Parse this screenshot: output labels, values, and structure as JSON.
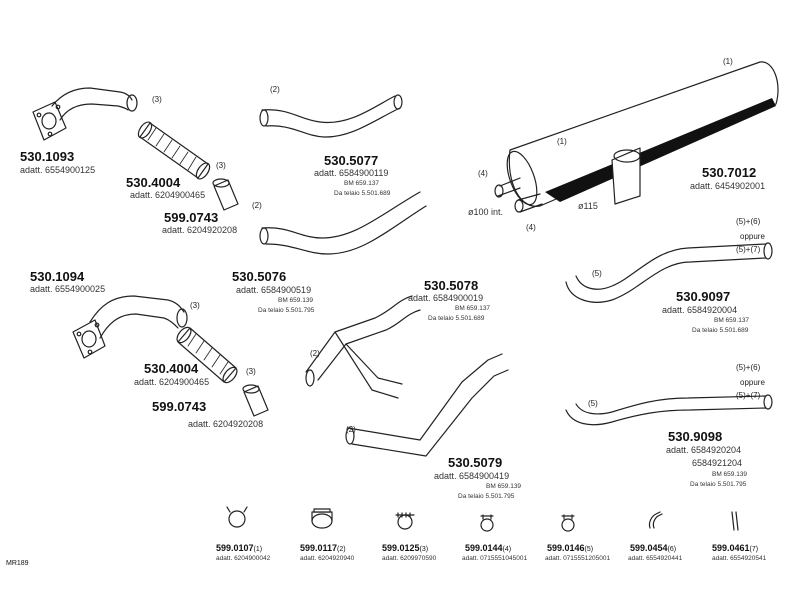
{
  "parts": {
    "p1093": {
      "number": "530.1093",
      "adatt": "adatt. 6554900125"
    },
    "p4004a": {
      "number": "530.4004",
      "adatt": "adatt. 6204900465"
    },
    "p0743a": {
      "number": "599.0743",
      "adatt": "adatt. 6204920208"
    },
    "p5077": {
      "number": "530.5077",
      "adatt": "adatt. 6584900119",
      "bm": "BM 659.137",
      "telaio": "Da telaio 5.501.689"
    },
    "p7012": {
      "number": "530.7012",
      "adatt": "adatt. 6454902001"
    },
    "p5076": {
      "number": "530.5076",
      "adatt": "adatt. 6584900519",
      "bm": "BM 659.139",
      "telaio": "Da telaio 5.501.795"
    },
    "p1094": {
      "number": "530.1094",
      "adatt": "adatt. 6554900025"
    },
    "p5078": {
      "number": "530.5078",
      "adatt": "adatt. 6584900019",
      "bm": "BM 659.137",
      "telaio": "Da telaio 5.501.689"
    },
    "p9097": {
      "number": "530.9097",
      "adatt": "adatt. 6584920004",
      "bm": "BM 659.137",
      "telaio": "Da telaio 5.501.689"
    },
    "p4004b": {
      "number": "530.4004",
      "adatt": "adatt. 6204900465"
    },
    "p0743b": {
      "number": "599.0743",
      "adatt": "adatt. 6204920208"
    },
    "p5079": {
      "number": "530.5079",
      "adatt": "adatt. 6584900419",
      "bm": "BM 659.139",
      "telaio": "Da telaio 5.501.795"
    },
    "p9098": {
      "number": "530.9098",
      "adatt": "adatt. 6584920204",
      "adatt2": "6584921204",
      "bm": "BM 659.139",
      "telaio": "Da telaio 5.501.795"
    }
  },
  "callouts": {
    "c1a": "(1)",
    "c1b": "(1)",
    "c2a": "(2)",
    "c2b": "(2)",
    "c2c": "(2)",
    "c2d": "(2)",
    "c3a": "(3)",
    "c3b": "(3)",
    "c3c": "(3)",
    "c3d": "(3)",
    "c4a": "(4)",
    "c4b": "(4)",
    "c5a": "(5)",
    "c5b": "(5)",
    "opt1a": "(5)+(6)",
    "opt1b": "oppure",
    "opt1c": "(5)+(7)",
    "opt2a": "(5)+(6)",
    "opt2b": "oppure",
    "opt2c": "(5)+(7)",
    "d100": "ø100 int.",
    "d115": "ø115"
  },
  "clamps": [
    {
      "number": "599.0107",
      "ref": "(1)",
      "adatt": "adatt. 6204900042"
    },
    {
      "number": "599.0117",
      "ref": "(2)",
      "adatt": "adatt. 6204920940"
    },
    {
      "number": "599.0125",
      "ref": "(3)",
      "adatt": "adatt. 6209970590"
    },
    {
      "number": "599.0144",
      "ref": "(4)",
      "adatt": "adatt. 0715551045001"
    },
    {
      "number": "599.0146",
      "ref": "(5)",
      "adatt": "adatt. 0715551205001"
    },
    {
      "number": "599.0454",
      "ref": "(6)",
      "adatt": "adatt. 6554920441"
    },
    {
      "number": "599.0461",
      "ref": "(7)",
      "adatt": "adatt. 6554920541"
    }
  ],
  "code": "MR189"
}
